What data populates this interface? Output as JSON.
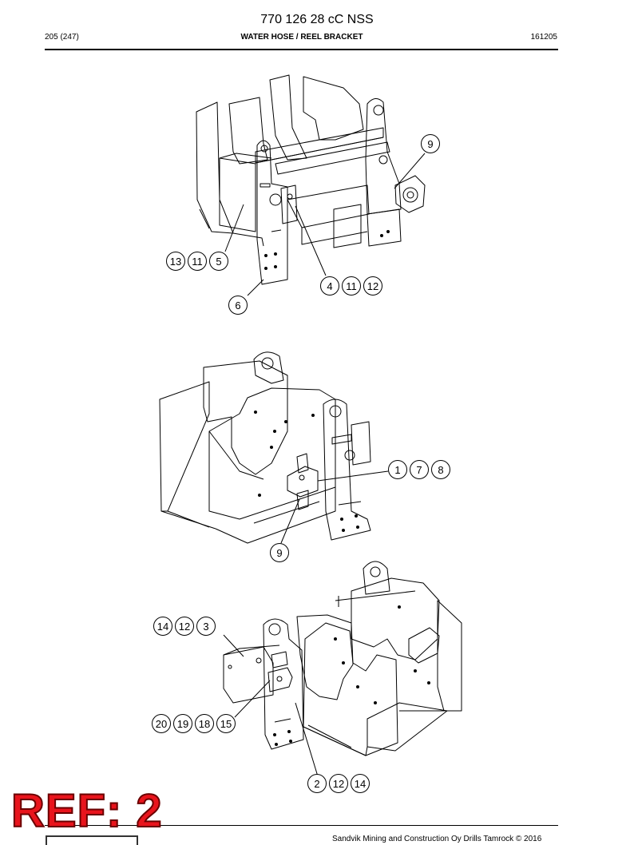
{
  "header": {
    "doc_number": "770 126 28 cC NSS",
    "page": "205 (247)",
    "title": "WATER HOSE / REEL BRACKET",
    "code": "161205"
  },
  "callouts": {
    "view1": {
      "a": [
        "13",
        "11",
        "5"
      ],
      "b": [
        "9"
      ],
      "c": [
        "4",
        "11",
        "12"
      ],
      "d": [
        "6"
      ]
    },
    "view2": {
      "a": [
        "1",
        "7",
        "8"
      ],
      "b": [
        "9"
      ]
    },
    "view3": {
      "a": [
        "14",
        "12",
        "3"
      ],
      "b": [
        "20",
        "19",
        "18",
        "15"
      ],
      "c": [
        "2",
        "12",
        "14"
      ]
    }
  },
  "stamp": "REF: 2",
  "footer": "Sandvik Mining and Construction Oy Drills Tamrock © 2016"
}
